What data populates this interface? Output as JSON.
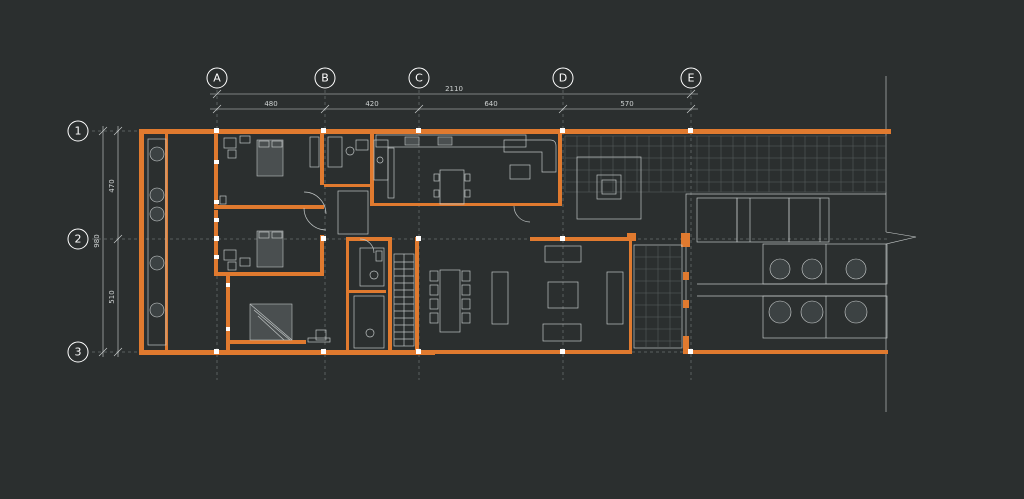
{
  "drawing": {
    "columns": [
      "A",
      "B",
      "C",
      "D",
      "E"
    ],
    "rows": [
      "1",
      "2",
      "3"
    ],
    "overall_width": "2110",
    "bay_widths": [
      "480",
      "420",
      "640",
      "570"
    ],
    "overall_depth": "980",
    "bay_depths": [
      "470",
      "510"
    ]
  },
  "colors": {
    "background": "#2b2f2f",
    "wall": "#e07a2f",
    "lines": "#cfd3d3"
  }
}
